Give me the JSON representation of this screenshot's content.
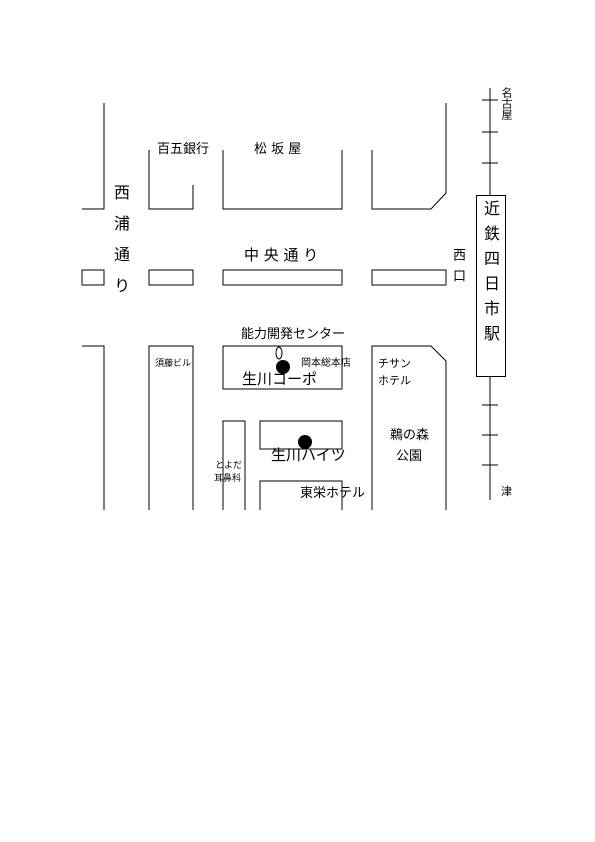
{
  "labels": {
    "hyakugo_bank": "百五銀行",
    "matsuzakaya": "松 坂 屋",
    "nishiura_dori": "西浦通り",
    "chuo_dori": "中 央 通 り",
    "nishiguchi": "西口",
    "noryoku_center": "能力開発センター",
    "sudo_bldg": "須藤ビル",
    "okamoto_honten": "岡本総本店",
    "ikugawa_corpo": "生川コーポ",
    "chisan_hotel_line1": "チサン",
    "chisan_hotel_line2": "ホテル",
    "toyoda_line1": "とよだ",
    "toyoda_line2": "耳鼻科",
    "ikugawa_heights": "生川ハイツ",
    "unomori_line1": "鵜の森",
    "unomori_line2": "公園",
    "toei_hotel": "東栄ホテル",
    "nagoya": "名古屋",
    "tsu": "津",
    "station": "近鉄四日市駅"
  },
  "colors": {
    "line": "#000000",
    "background": "#ffffff"
  }
}
